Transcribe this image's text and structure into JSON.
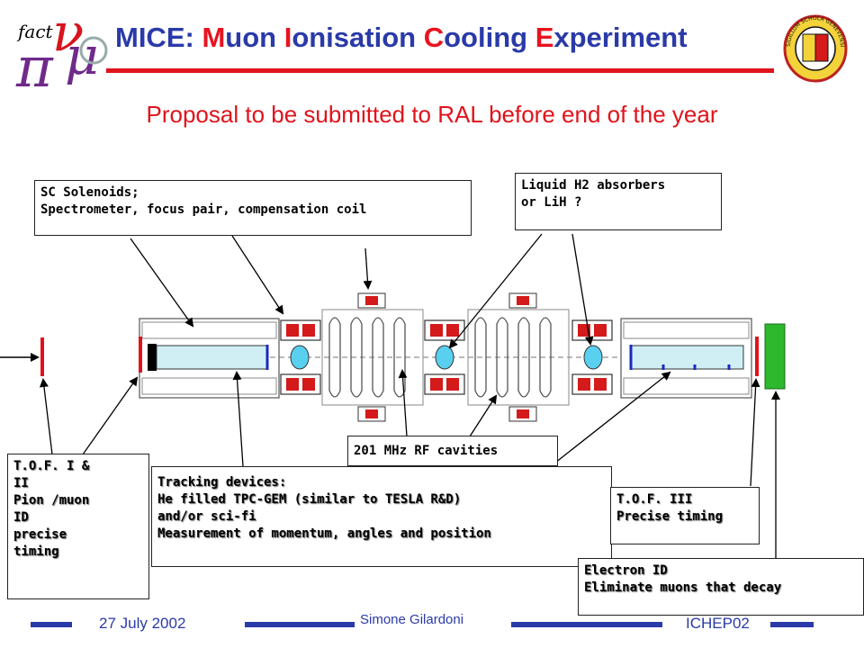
{
  "header": {
    "title_parts": [
      "MICE: ",
      "M",
      "uon ",
      "I",
      "onisation ",
      "C",
      "ooling ",
      "E",
      "xperiment"
    ],
    "subtitle": "Proposal to be submitted to RAL before end of the year",
    "logo_left_text": "fact",
    "logo_right_text": "SIGILLUM SCHOLA GENEVENSIS"
  },
  "labels": {
    "solenoids": [
      "SC Solenoids;",
      "Spectrometer, focus pair, compensation coil"
    ],
    "absorbers": [
      "Liquid H2 absorbers",
      "or LiH ?"
    ],
    "rf": [
      "201 MHz RF cavities"
    ],
    "tof1": [
      "T.O.F. I &",
      "II",
      "Pion /muon",
      "ID",
      "precise",
      "timing"
    ],
    "tracking": [
      "Tracking devices:",
      "He filled TPC-GEM (similar to TESLA R&D)",
      "and/or sci-fi",
      "Measurement of momentum, angles and position"
    ],
    "tof3": [
      "T.O.F. III",
      "Precise timing"
    ],
    "electron": [
      "Electron ID",
      "Eliminate muons that decay"
    ]
  },
  "footer": {
    "date": "27 July 2002",
    "author": "Simone Gilardoni",
    "conference": "ICHEP02"
  },
  "colors": {
    "title_blue": "#2a3aa8",
    "accent_red": "#e0131b",
    "detector_green": "#2db82d",
    "tracker_fill": "#cfeff5"
  }
}
